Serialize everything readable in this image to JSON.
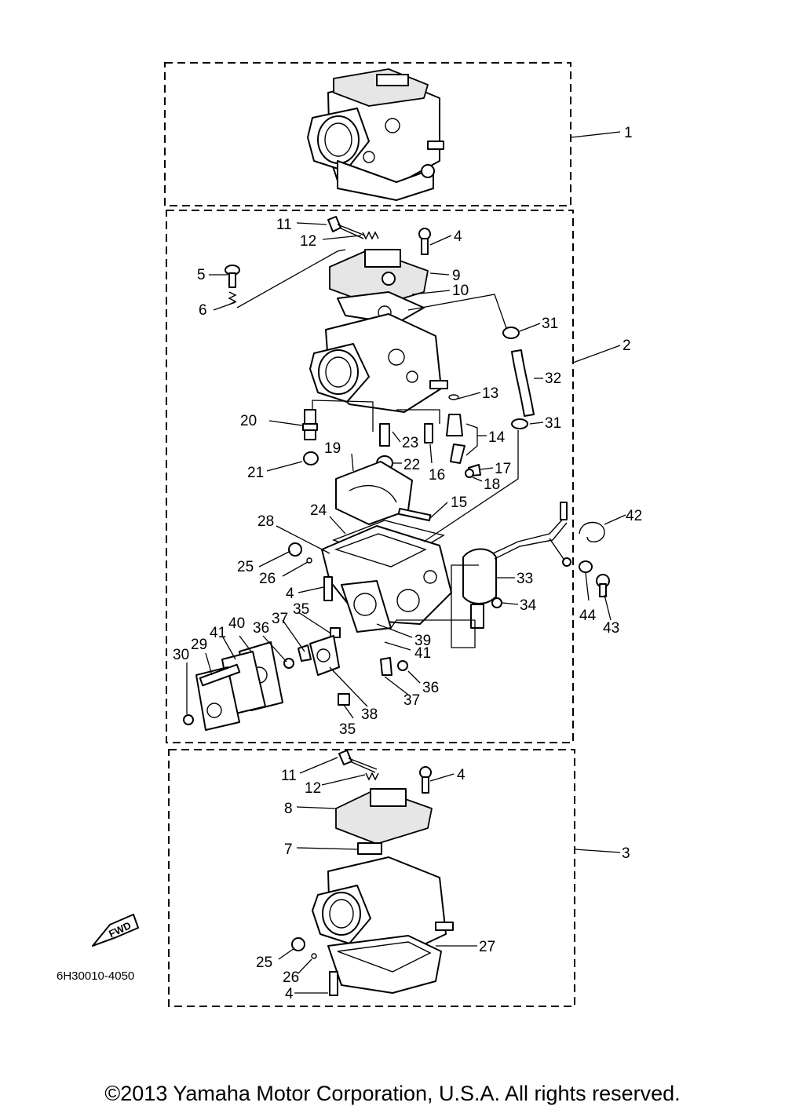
{
  "diagram": {
    "code": "6H30010-4050",
    "fwd_label": "FWD",
    "callouts": [
      {
        "id": "c1",
        "label": "1"
      },
      {
        "id": "c2",
        "label": "2"
      },
      {
        "id": "c3",
        "label": "3"
      },
      {
        "id": "c4a",
        "label": "4"
      },
      {
        "id": "c4b",
        "label": "4"
      },
      {
        "id": "c4c",
        "label": "4"
      },
      {
        "id": "c4d",
        "label": "4"
      },
      {
        "id": "c5",
        "label": "5"
      },
      {
        "id": "c6",
        "label": "6"
      },
      {
        "id": "c7",
        "label": "7"
      },
      {
        "id": "c8",
        "label": "8"
      },
      {
        "id": "c9",
        "label": "9"
      },
      {
        "id": "c10",
        "label": "10"
      },
      {
        "id": "c11a",
        "label": "11"
      },
      {
        "id": "c11b",
        "label": "11"
      },
      {
        "id": "c12a",
        "label": "12"
      },
      {
        "id": "c12b",
        "label": "12"
      },
      {
        "id": "c13",
        "label": "13"
      },
      {
        "id": "c14",
        "label": "14"
      },
      {
        "id": "c15",
        "label": "15"
      },
      {
        "id": "c16",
        "label": "16"
      },
      {
        "id": "c17",
        "label": "17"
      },
      {
        "id": "c18",
        "label": "18"
      },
      {
        "id": "c19",
        "label": "19"
      },
      {
        "id": "c20",
        "label": "20"
      },
      {
        "id": "c21",
        "label": "21"
      },
      {
        "id": "c22",
        "label": "22"
      },
      {
        "id": "c23",
        "label": "23"
      },
      {
        "id": "c24",
        "label": "24"
      },
      {
        "id": "c25a",
        "label": "25"
      },
      {
        "id": "c25b",
        "label": "25"
      },
      {
        "id": "c26a",
        "label": "26"
      },
      {
        "id": "c26b",
        "label": "26"
      },
      {
        "id": "c27",
        "label": "27"
      },
      {
        "id": "c28",
        "label": "28"
      },
      {
        "id": "c29",
        "label": "29"
      },
      {
        "id": "c30",
        "label": "30"
      },
      {
        "id": "c31a",
        "label": "31"
      },
      {
        "id": "c31b",
        "label": "31"
      },
      {
        "id": "c32",
        "label": "32"
      },
      {
        "id": "c33",
        "label": "33"
      },
      {
        "id": "c34",
        "label": "34"
      },
      {
        "id": "c35a",
        "label": "35"
      },
      {
        "id": "c35b",
        "label": "35"
      },
      {
        "id": "c36a",
        "label": "36"
      },
      {
        "id": "c36b",
        "label": "36"
      },
      {
        "id": "c37a",
        "label": "37"
      },
      {
        "id": "c37b",
        "label": "37"
      },
      {
        "id": "c38",
        "label": "38"
      },
      {
        "id": "c39",
        "label": "39"
      },
      {
        "id": "c40",
        "label": "40"
      },
      {
        "id": "c41a",
        "label": "41"
      },
      {
        "id": "c41b",
        "label": "41"
      },
      {
        "id": "c42",
        "label": "42"
      },
      {
        "id": "c43",
        "label": "43"
      },
      {
        "id": "c44",
        "label": "44"
      }
    ]
  },
  "footer": {
    "copyright": "©2013 Yamaha Motor Corporation, U.S.A. All rights reserved."
  }
}
